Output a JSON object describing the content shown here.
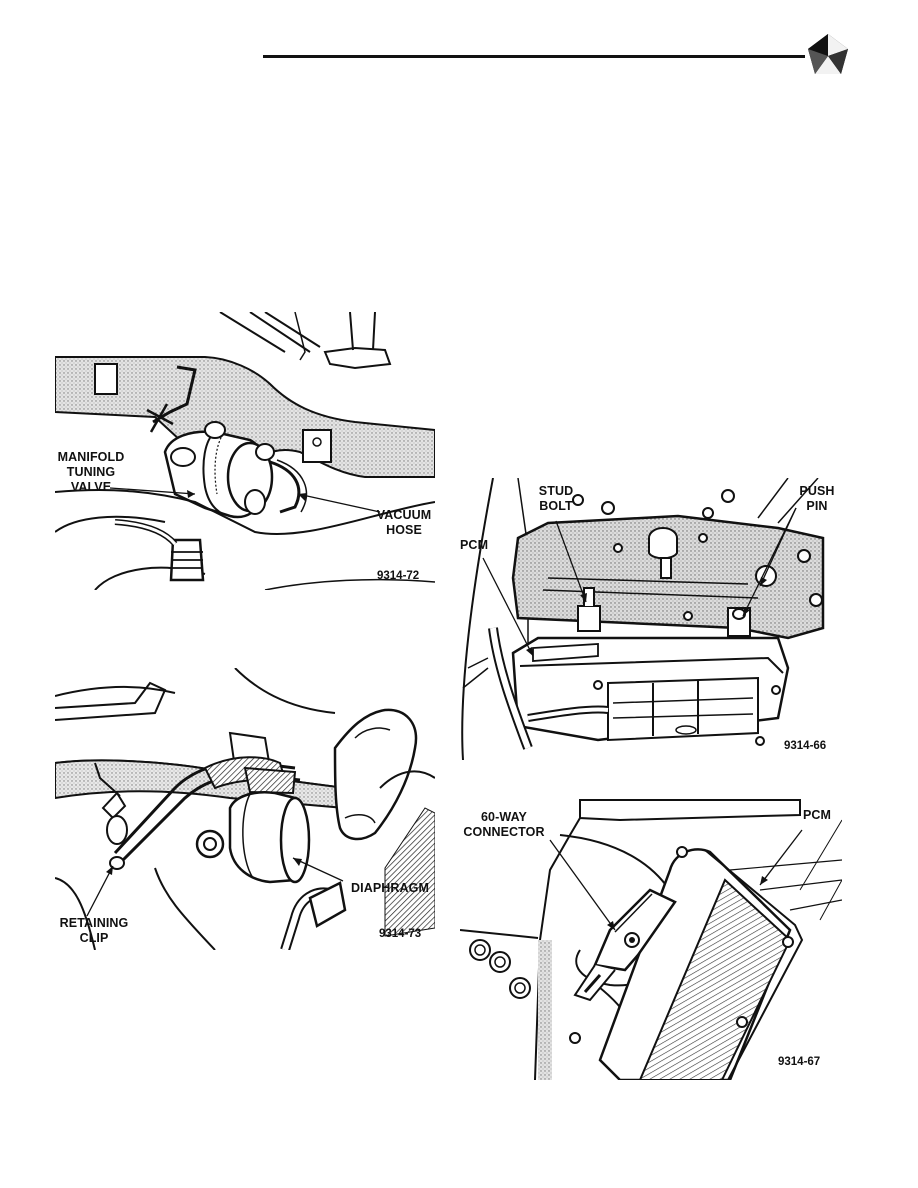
{
  "header": {
    "logo_icon": "pentastar-logo-icon"
  },
  "figures": [
    {
      "id": "9314-72",
      "number": "9314-72",
      "labels": {
        "manifold_tuning_valve": [
          "MANIFOLD",
          "TUNING",
          "VALVE"
        ],
        "vacuum_hose": [
          "VACUUM",
          "HOSE"
        ]
      }
    },
    {
      "id": "9314-73",
      "number": "9314-73",
      "labels": {
        "diaphragm": [
          "DIAPHRAGM"
        ],
        "retaining_clip": [
          "RETAINING",
          "CLIP"
        ]
      }
    },
    {
      "id": "9314-66",
      "number": "9314-66",
      "labels": {
        "stud_bolt": [
          "STUD",
          "BOLT"
        ],
        "push_pin": [
          "PUSH",
          "PIN"
        ],
        "pcm": [
          "PCM"
        ]
      }
    },
    {
      "id": "9314-67",
      "number": "9314-67",
      "labels": {
        "connector": [
          "60-WAY",
          "CONNECTOR"
        ],
        "pcm": [
          "PCM"
        ]
      }
    }
  ]
}
